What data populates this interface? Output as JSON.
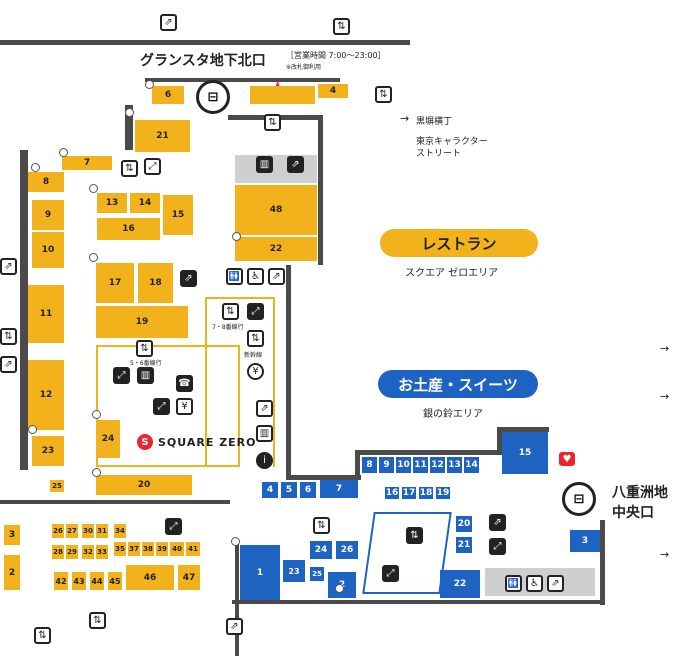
{
  "north_exit": {
    "name": "グランスタ地下北口",
    "hours": "［営業時間 7:00〜23:00］",
    "hours_note": "※改札御利用"
  },
  "south_exit": {
    "line1": "八重洲地",
    "line2": "中央口"
  },
  "direction": {
    "arrow": "→",
    "line1": "黒塀横丁",
    "line2": "東京キャラクター",
    "line3": "ストリート"
  },
  "restaurant_zone": {
    "title": "レストラン",
    "subtitle": "スクエア ゼロエリア"
  },
  "souvenir_zone": {
    "title": "お土産・スイーツ",
    "subtitle": "銀の鈴エリア"
  },
  "square_zero": {
    "logo_glyph": "S",
    "label": "SQUARE ZERO"
  },
  "facility_labels": {
    "elevator_78": "7・8番線行",
    "elevator_56": "5・6番線行",
    "new_shinkansen": "新幹線"
  },
  "colors": {
    "yellow": "#f2b21c",
    "blue": "#1f63c2",
    "wall": "#4a4a4a",
    "red_star": "#e8262b",
    "gray": "#cfcfcf"
  },
  "units": {
    "u6": "6",
    "u4": "4",
    "u21": "21",
    "u7": "7",
    "u8": "8",
    "u9": "9",
    "u10": "10",
    "u11": "11",
    "u12": "12",
    "u23": "23",
    "u25": "25",
    "u13": "13",
    "u14": "14",
    "u15": "15",
    "u16": "16",
    "u17": "17",
    "u18": "18",
    "u19": "19",
    "u24": "24",
    "u20": "20",
    "u48": "48",
    "u22": "22",
    "b4": "4",
    "b5": "5",
    "b6": "6",
    "b7": "7",
    "b8": "8",
    "b9": "9",
    "b10": "10",
    "b11": "11",
    "b12": "12",
    "b13": "13",
    "b14": "14",
    "b15": "15",
    "b16": "16",
    "b17": "17",
    "b18": "18",
    "b19": "19",
    "b20": "20",
    "b21": "21",
    "b22": "22",
    "b3": "3",
    "b1": "1",
    "b23": "23",
    "b24": "24",
    "b26": "26",
    "b25": "25",
    "b2": "2",
    "l3": "3",
    "l2": "2",
    "s26": "26",
    "s27": "27",
    "s30": "30",
    "s31": "31",
    "s34": "34",
    "s28": "28",
    "s29": "29",
    "s32": "32",
    "s33": "33",
    "s35": "35",
    "s37": "37",
    "s38": "38",
    "s39": "39",
    "s40": "40",
    "s41": "41",
    "s42": "42",
    "s43": "43",
    "s44": "44",
    "s45": "45",
    "s46": "46",
    "s47": "47"
  },
  "icons": {
    "stairs": "⇗",
    "elevator": "⇅",
    "escalator": "⤢",
    "phone": "☎",
    "restroom": "🚻",
    "wheelchair": "♿",
    "info": "i",
    "atm": "¥",
    "locker": "▥",
    "aed": "♥",
    "star": "★"
  }
}
